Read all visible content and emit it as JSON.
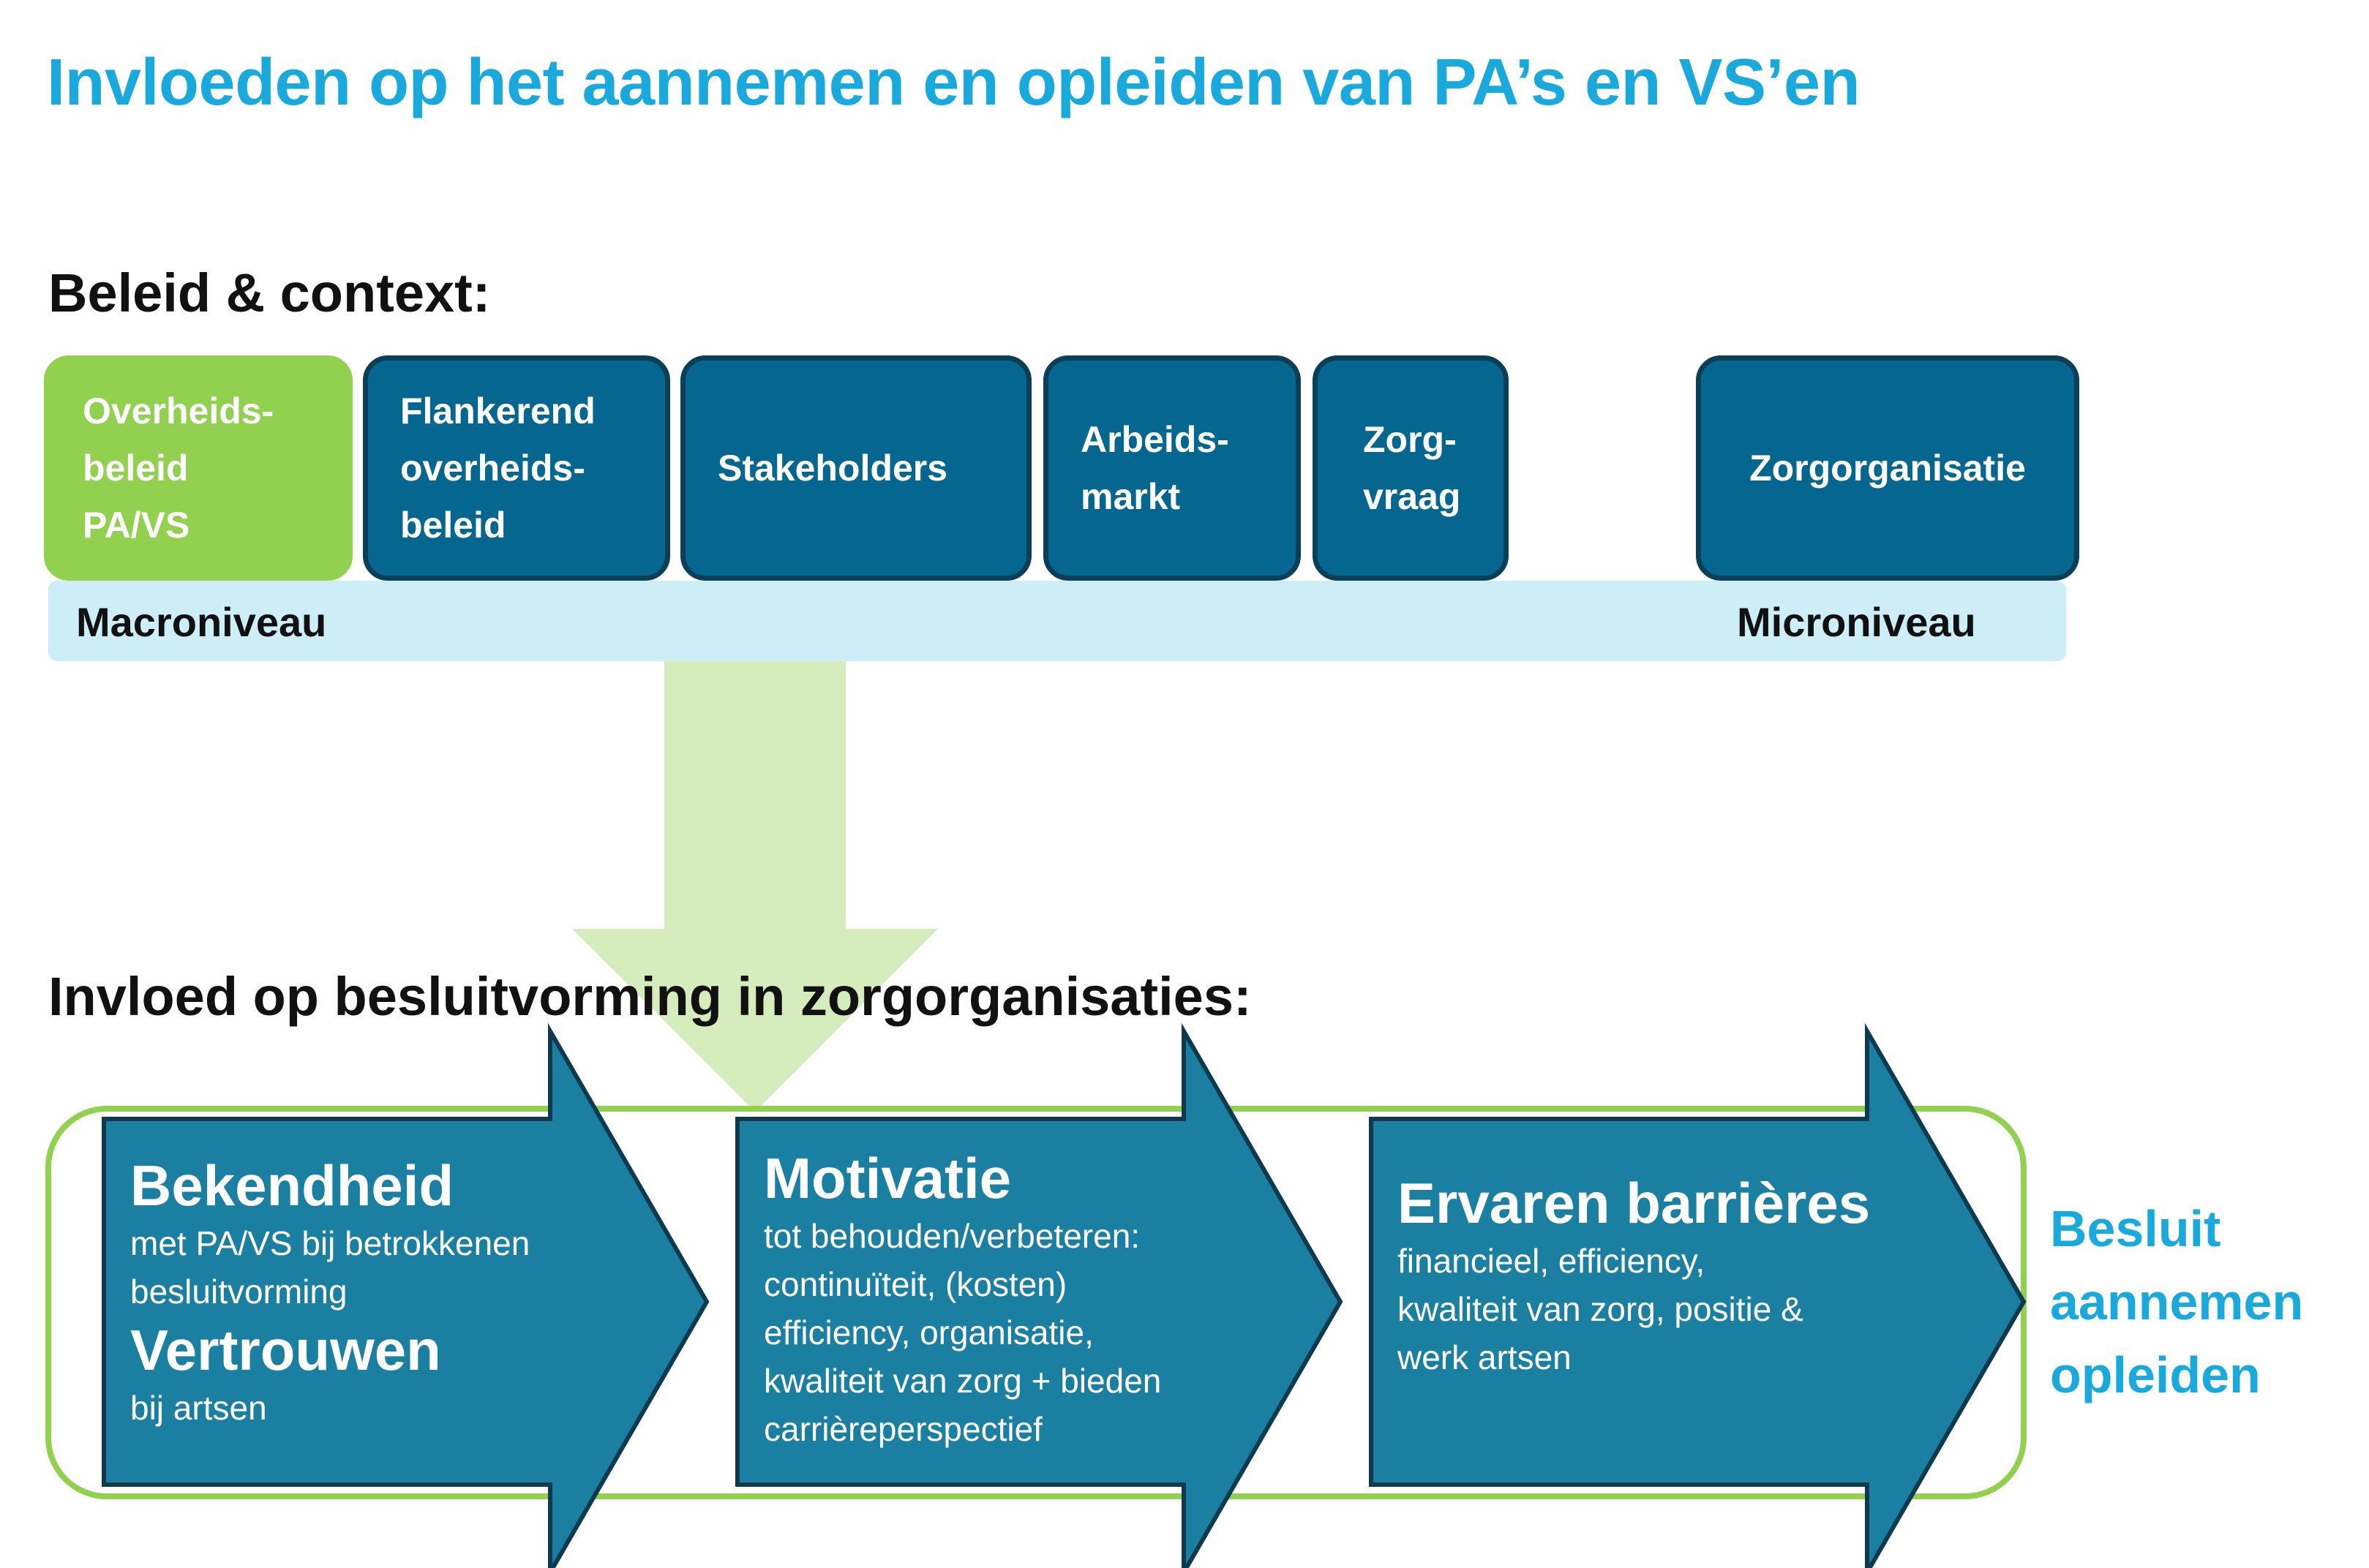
{
  "title": "Invloeden op het aannemen en opleiden van PA’s en VS’en",
  "context_heading": "Beleid & context:",
  "context_boxes": [
    {
      "label": "Overheids-\nbeleid\nPA/VS",
      "highlight": true
    },
    {
      "label": "Flankerend\noverheids-\nbeleid",
      "highlight": false
    },
    {
      "label": "Stakeholders",
      "highlight": false
    },
    {
      "label": "Arbeids-\nmarkt",
      "highlight": false
    },
    {
      "label": "Zorg-\nvraag",
      "highlight": false
    },
    {
      "label": "Zorgorganisatie",
      "highlight": false
    }
  ],
  "scale": {
    "left_label": "Macroniveau",
    "right_label": "Microniveau"
  },
  "decision_heading": "Invloed op besluitvorming in zorgorganisaties:",
  "steps": [
    {
      "heading": "Bekendheid",
      "text": "met PA/VS bij betrokkenen\nbesluitvorming",
      "heading2": "Vertrouwen",
      "text2": "bij artsen"
    },
    {
      "heading": "Motivatie",
      "text": "tot behouden/verbeteren:\ncontinuïteit, (kosten)\nefficiency, organisatie,\nkwaliteit van zorg + bieden\ncarrièreperspectief"
    },
    {
      "heading": "Ervaren barrières",
      "text": "financieel, efficiency,\nkwaliteit van zorg, positie &\nwerk artsen"
    }
  ],
  "result": "Besluit\naannemen\nopleiden",
  "colors": {
    "title": "#19a9dc",
    "box_fill": "#05678f",
    "box_border": "#0a3f57",
    "highlight_box": "#92d050",
    "band": "#cdeef7",
    "down_arrow": "#d5ecbd",
    "frame": "#92d050",
    "step_arrow": "#1a7fa0",
    "step_arrow_border": "#0d3a4f"
  }
}
